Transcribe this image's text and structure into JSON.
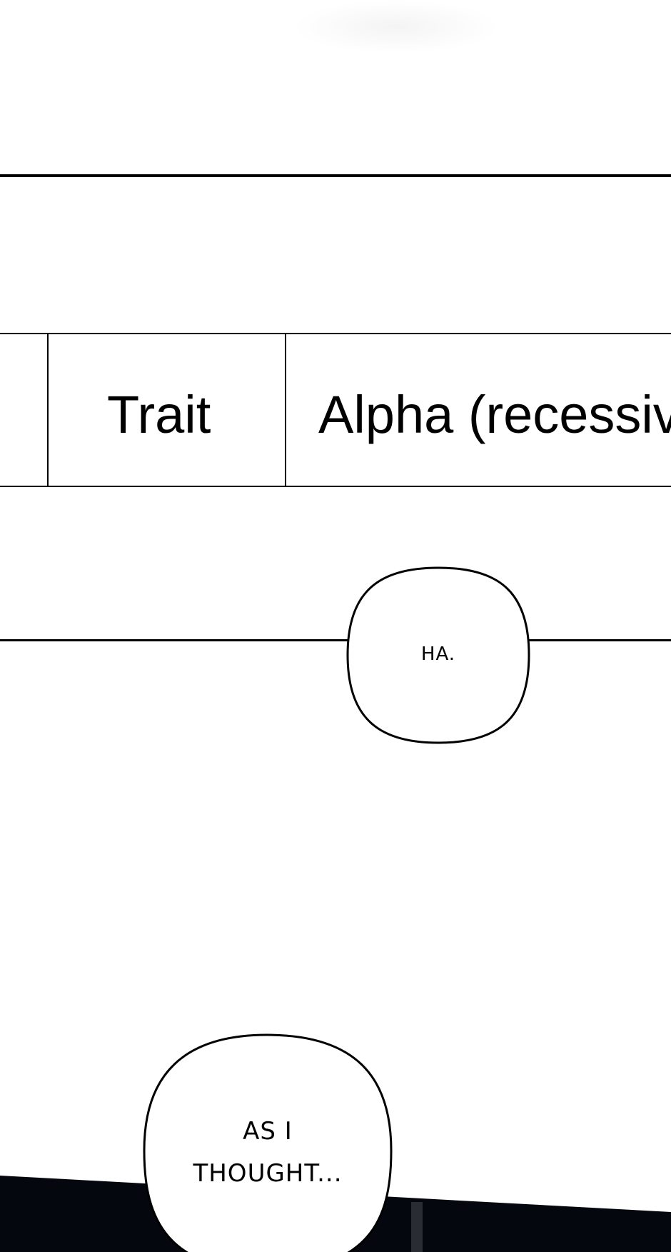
{
  "table": {
    "label": "Trait",
    "value": "Alpha (recessive"
  },
  "bubbles": [
    {
      "text": "HA."
    },
    {
      "line1": "AS I",
      "line2": "THOUGHT..."
    }
  ],
  "colors": {
    "background": "#ffffff",
    "ink": "#000000",
    "dark_panel": "#05070f"
  }
}
